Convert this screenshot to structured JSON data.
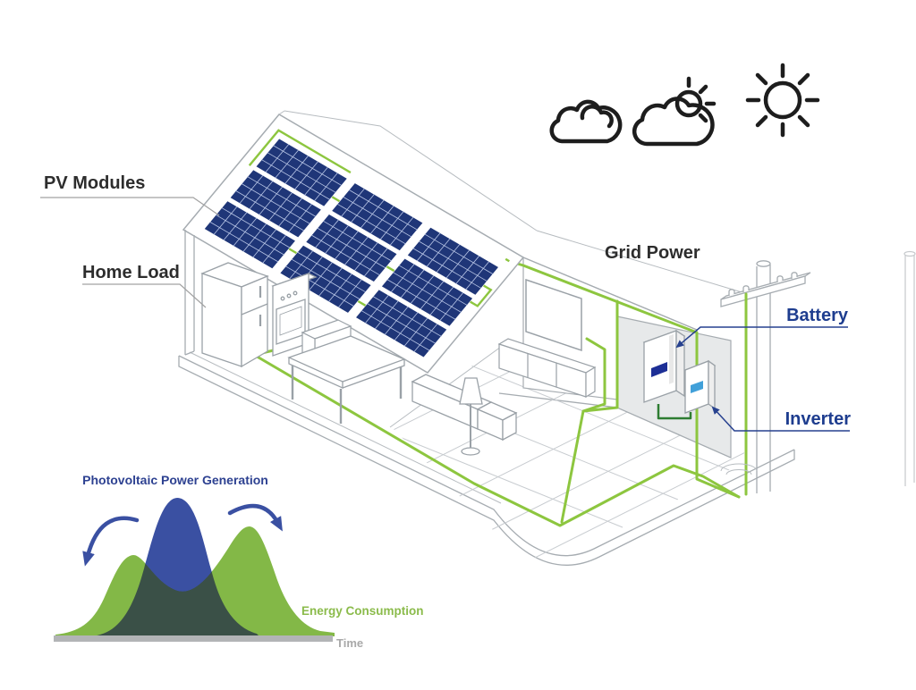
{
  "meta": {
    "description": "Isometric diagram of a residential photovoltaic (solar) energy system"
  },
  "labels": {
    "pv_modules": "PV Modules",
    "home_load": "Home Load",
    "grid_power": "Grid Power",
    "battery": "Battery",
    "inverter": "Inverter"
  },
  "weather": {
    "icons": [
      {
        "name": "clouds-icon"
      },
      {
        "name": "cloud-sun-icon"
      },
      {
        "name": "sun-icon"
      }
    ]
  },
  "colors": {
    "panel_blue": "#1f3678",
    "wire_green": "#8dc63f",
    "dark_wire_green": "#2e7d32",
    "navy_label": "#1e3d8f",
    "dark_label": "#2d2d2d",
    "chart_blue": "#3a50a2",
    "chart_green": "#83b847",
    "overlap_green": "#3d5a3e",
    "axis_gray": "#b2b4b6",
    "battery_screen": "#1d2f96",
    "inverter_screen": "#41a0d9"
  },
  "chart_data": {
    "type": "area",
    "title": "Photovoltaic Power Generation",
    "xlabel": "Time",
    "ylabel": "",
    "legend_position": "inline-labels",
    "grid": false,
    "series": [
      {
        "name": "Photovoltaic Power Generation",
        "color": "#3a50a2",
        "shape": "single midday bell peak",
        "x_hours": [
          5,
          6,
          7,
          8,
          9,
          10,
          11,
          12,
          13,
          14,
          15,
          16,
          17,
          18,
          19
        ],
        "values_pct": [
          0,
          2,
          8,
          20,
          40,
          65,
          88,
          100,
          88,
          65,
          40,
          20,
          8,
          2,
          0
        ]
      },
      {
        "name": "Energy Consumption",
        "color": "#83b847",
        "shape": "two peaks (morning and evening)",
        "x_hours": [
          0,
          2,
          4,
          6,
          7,
          8,
          9,
          10,
          12,
          14,
          16,
          17,
          18,
          19,
          20,
          21,
          22,
          24
        ],
        "values_pct": [
          3,
          3,
          5,
          25,
          55,
          62,
          55,
          40,
          32,
          38,
          55,
          75,
          85,
          82,
          60,
          35,
          15,
          5
        ]
      }
    ],
    "labels": {
      "consumption": "Energy Consumption",
      "time": "Time"
    },
    "annotations": [
      "curved arrow from generation peak toward morning consumption peak",
      "curved arrow from generation peak toward evening consumption peak"
    ]
  }
}
